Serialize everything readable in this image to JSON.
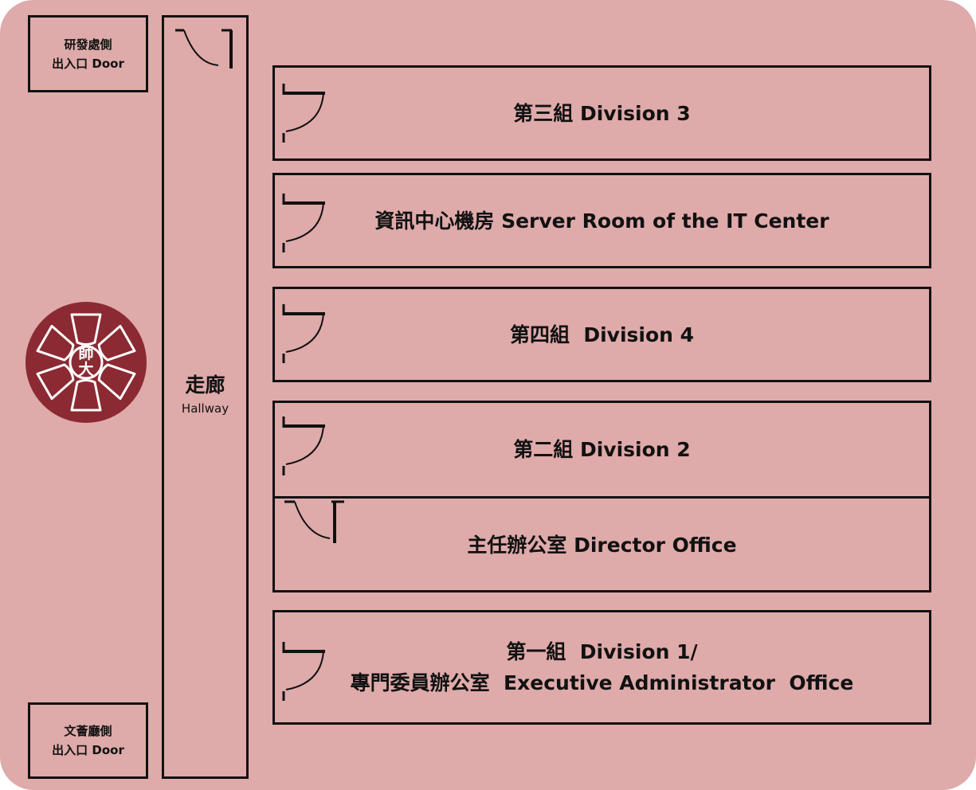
{
  "colors": {
    "background": "#dfaaaa",
    "line": "#111111",
    "seal": "#8b2a32",
    "seal_mark": "#ffffff"
  },
  "doors": {
    "north": {
      "line1": "研發處側",
      "line2": "出入口  Door"
    },
    "south": {
      "line1": "文薈廳側",
      "line2": "出入口  Door"
    }
  },
  "hallway": {
    "label_zh": "走廊",
    "label_en": "Hallway"
  },
  "logo": {
    "char_top": "師",
    "char_bottom": "大"
  },
  "rooms": [
    {
      "label": "第三組 Division 3"
    },
    {
      "label": "資訊中心機房 Server Room of the IT Center"
    },
    {
      "label": "第四組  Division 4"
    },
    {
      "label": "第二組 Division 2"
    },
    {
      "label": "主任辦公室 Director Office"
    },
    {
      "label": "第一組  Division 1/\n專門委員辦公室  Executive Administrator  Office"
    }
  ]
}
